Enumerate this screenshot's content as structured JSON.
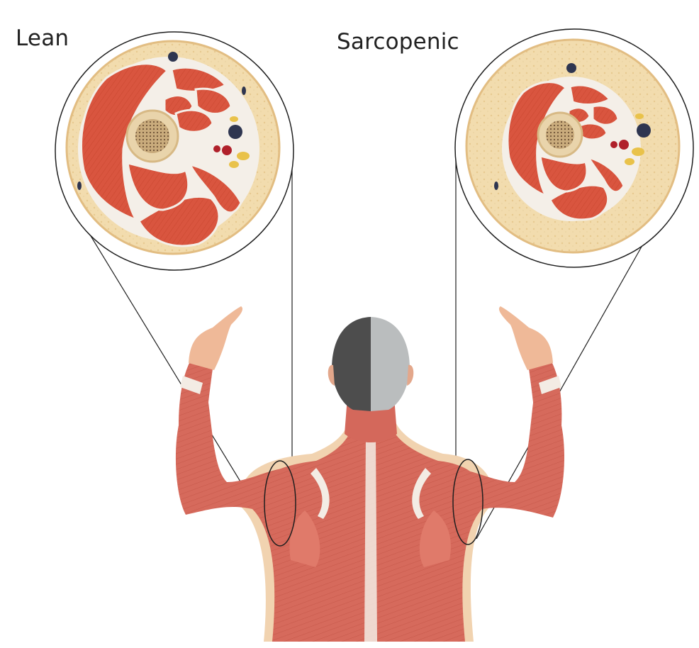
{
  "labels": {
    "left": "Lean",
    "right": "Sarcopenic"
  },
  "colors": {
    "muscle": "#d9553f",
    "muscle_dark": "#b63a2a",
    "fat": "#f2dcae",
    "skin_ring": "#e8c995",
    "fascia": "#f4efe8",
    "bone": "#e4cfa8",
    "marrow": "#8a6a45",
    "vein": "#2e3550",
    "artery": "#b0202a",
    "nerve": "#e9c24a",
    "outline": "#1f1f1f",
    "hair_dark": "#4a4a4a",
    "hair_grey": "#b9bcbd",
    "body_muscle": "#d2665a",
    "body_skin": "#f1c9a8"
  },
  "panels": [
    {
      "name": "lean",
      "fat_thickness": 0.14
    },
    {
      "name": "sarcopenic",
      "fat_thickness": 0.27
    }
  ]
}
